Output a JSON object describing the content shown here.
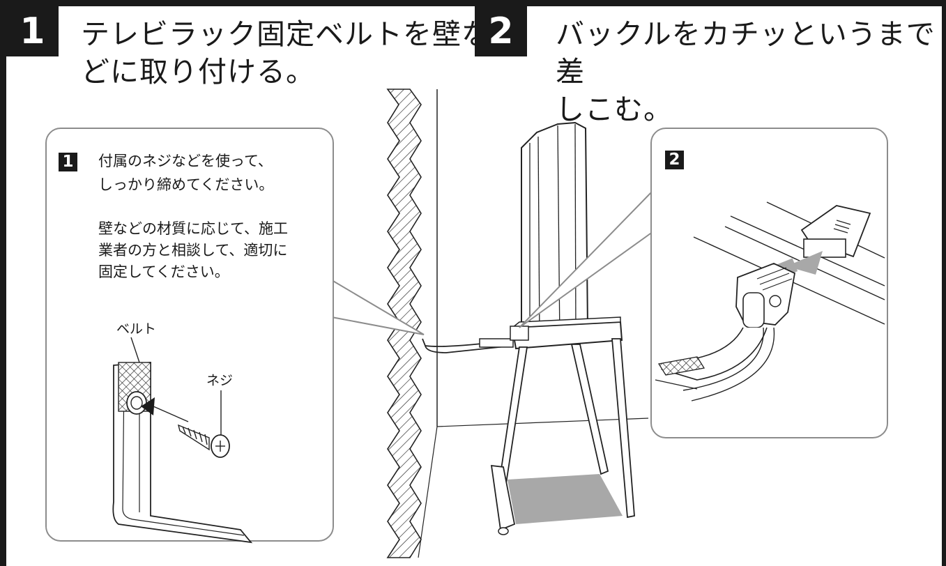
{
  "steps": [
    {
      "number": "1",
      "title": "テレビラック固定ベルトを壁な\nどに取り付ける。"
    },
    {
      "number": "2",
      "title": "バックルをカチッというまで差\nしこむ。"
    }
  ],
  "callout1": {
    "badge": "1",
    "line1": "付属のネジなどを使って、",
    "line2": "しっかり締めてください。",
    "note": "壁などの材質に応じて、施工\n業者の方と相談して、適切に\n固定してください。",
    "belt_label": "ベルト",
    "screw_label": "ネジ"
  },
  "callout2": {
    "badge": "2"
  },
  "colors": {
    "ink": "#1a1a1a",
    "frame": "#8c8c8c",
    "shadow": "#a8a8a8"
  }
}
